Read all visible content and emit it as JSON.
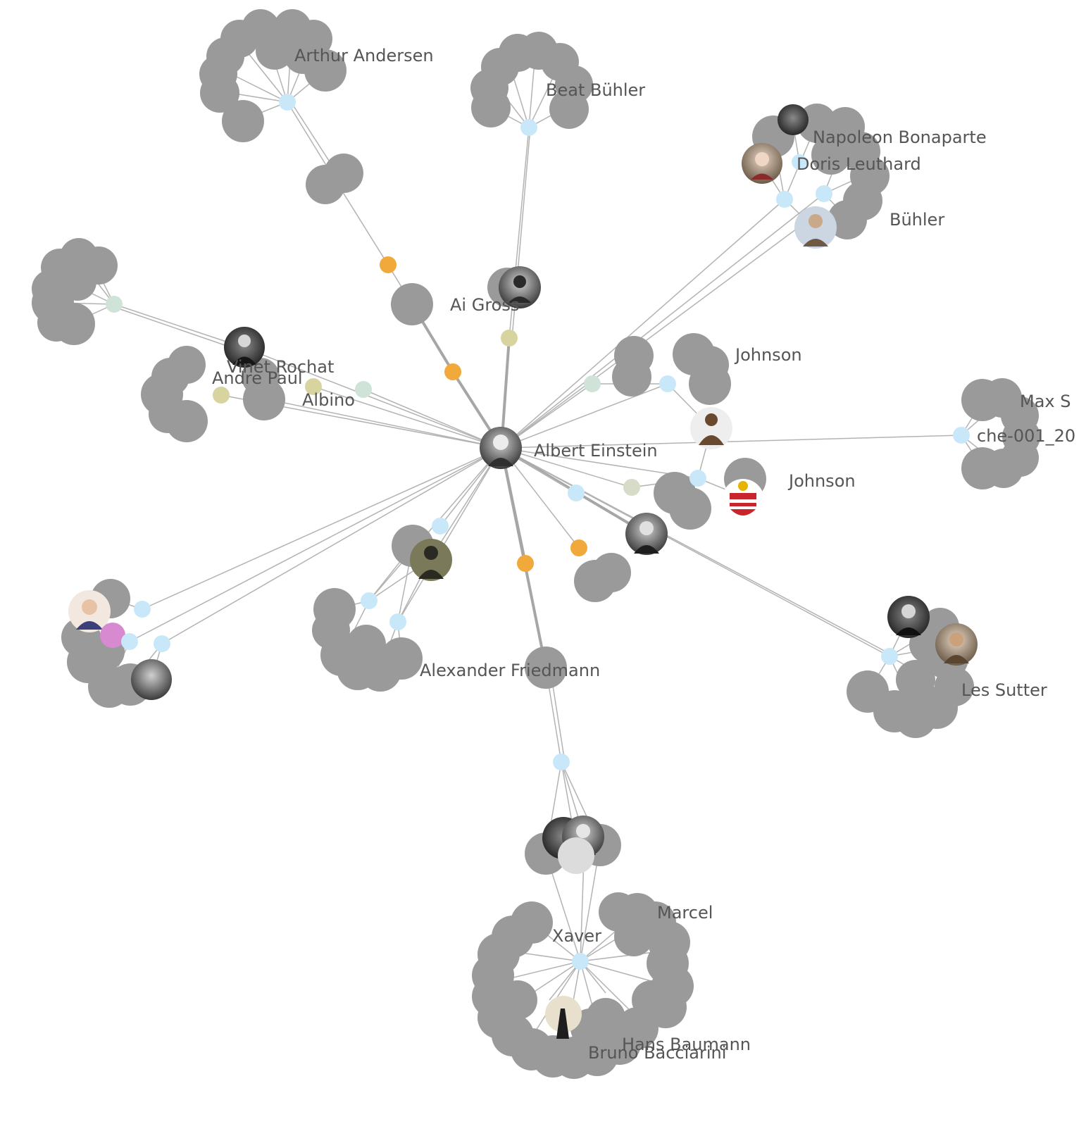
{
  "colors": {
    "node_gray": "#9a9a9a",
    "hub_blue": "#c8e8fa",
    "hub_orange": "#f2a93b",
    "hub_khaki": "#d8d4a0",
    "hub_mint": "#cfe3d8",
    "edge": "#b3b3b3",
    "label": "#555555"
  },
  "labels": {
    "arthur_andersen": "Arthur Andersen",
    "beat_buehler": "Beat Bühler",
    "napoleon": "Napoleon Bonaparte",
    "doris_leuthard": "Doris Leuthard",
    "buehler": "Bühler",
    "ai_gross": "Ai Gross",
    "johnson_top": "Johnson",
    "vinet_rochat": "Vinet Rochat",
    "andre_paul": "Andre Paul",
    "albino": "Albino",
    "max_s": "Max S",
    "che_code": "che-001_20",
    "albert_einstein": "Albert Einstein",
    "johnson_bottom": "Johnson",
    "alexander_friedmann": "Alexander Friedmann",
    "les_sutter": "Les Sutter",
    "marcel": "Marcel",
    "xaver": "Xaver",
    "hans_baumann": "Hans Baumann",
    "bruno_bacciarini": "Bruno Bacciarini"
  },
  "icons": {
    "photo": "person-photo-icon",
    "coat_of_arms": "coat-of-arms-icon"
  }
}
